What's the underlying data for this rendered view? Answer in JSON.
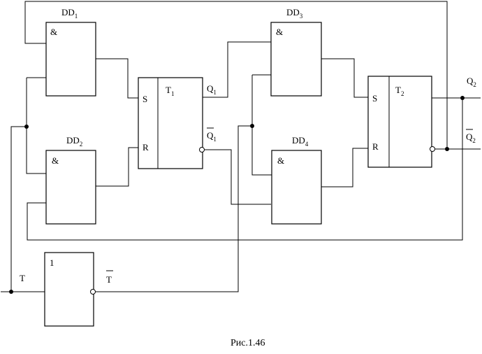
{
  "gates": {
    "dd1": {
      "name": "DD",
      "sub": "1",
      "symbol": "&"
    },
    "dd2": {
      "name": "DD",
      "sub": "2",
      "symbol": "&"
    },
    "dd3": {
      "name": "DD",
      "sub": "3",
      "symbol": "&"
    },
    "dd4": {
      "name": "DD",
      "sub": "4",
      "symbol": "&"
    },
    "inv": {
      "symbol": "1"
    }
  },
  "flipflops": {
    "t1": {
      "name": "T",
      "sub": "1",
      "s": "S",
      "r": "R"
    },
    "t2": {
      "name": "T",
      "sub": "2",
      "s": "S",
      "r": "R"
    }
  },
  "signals": {
    "q1": {
      "name": "Q",
      "sub": "1"
    },
    "q1n": {
      "name": "Q",
      "sub": "1"
    },
    "q2": {
      "name": "Q",
      "sub": "2"
    },
    "q2n": {
      "name": "Q",
      "sub": "2"
    },
    "t": "T",
    "tn": "T"
  },
  "caption": "Рис.1.46"
}
